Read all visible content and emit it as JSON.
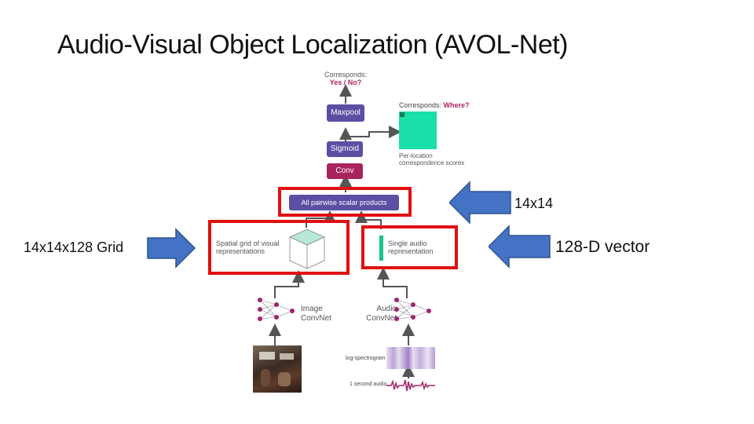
{
  "slide": {
    "title": "Audio-Visual Object Localization (AVOL-Net)"
  },
  "diagram": {
    "top_output": {
      "line1": "Corresponds:",
      "line2": "Yes / No?"
    },
    "maxpool": "Maxpool",
    "sigmoid": "Sigmoid",
    "conv": "Conv",
    "pairwise": "All pairwise scalar products",
    "where_label": {
      "prefix": "Corresponds:",
      "highlight": "Where?"
    },
    "perloc_label": {
      "line1": "Per-location",
      "line2": "correspondence scores"
    },
    "spatial_grid": {
      "line1": "Spatial grid of visual",
      "line2": "representations"
    },
    "single_audio": {
      "line1": "Single audio",
      "line2": "representation"
    },
    "image_convnet": {
      "line1": "Image",
      "line2": "ConvNet"
    },
    "audio_convnet": {
      "line1": "Audio",
      "line2": "ConvNet"
    },
    "log_spec": "log-spectrogram",
    "one_sec_audio": "1 second audio"
  },
  "annotations": {
    "left_grid": "14x14x128 Grid",
    "right_vector": "128-D vector",
    "pairwise_size": "14x14"
  },
  "colors": {
    "purple_block": "#5b4fa3",
    "conv_block": "#a8245e",
    "highlight_red": "#e01010",
    "arrow_blue": "#4472c4",
    "green_map": "#18e0a8",
    "network_node": "#a0246a"
  }
}
